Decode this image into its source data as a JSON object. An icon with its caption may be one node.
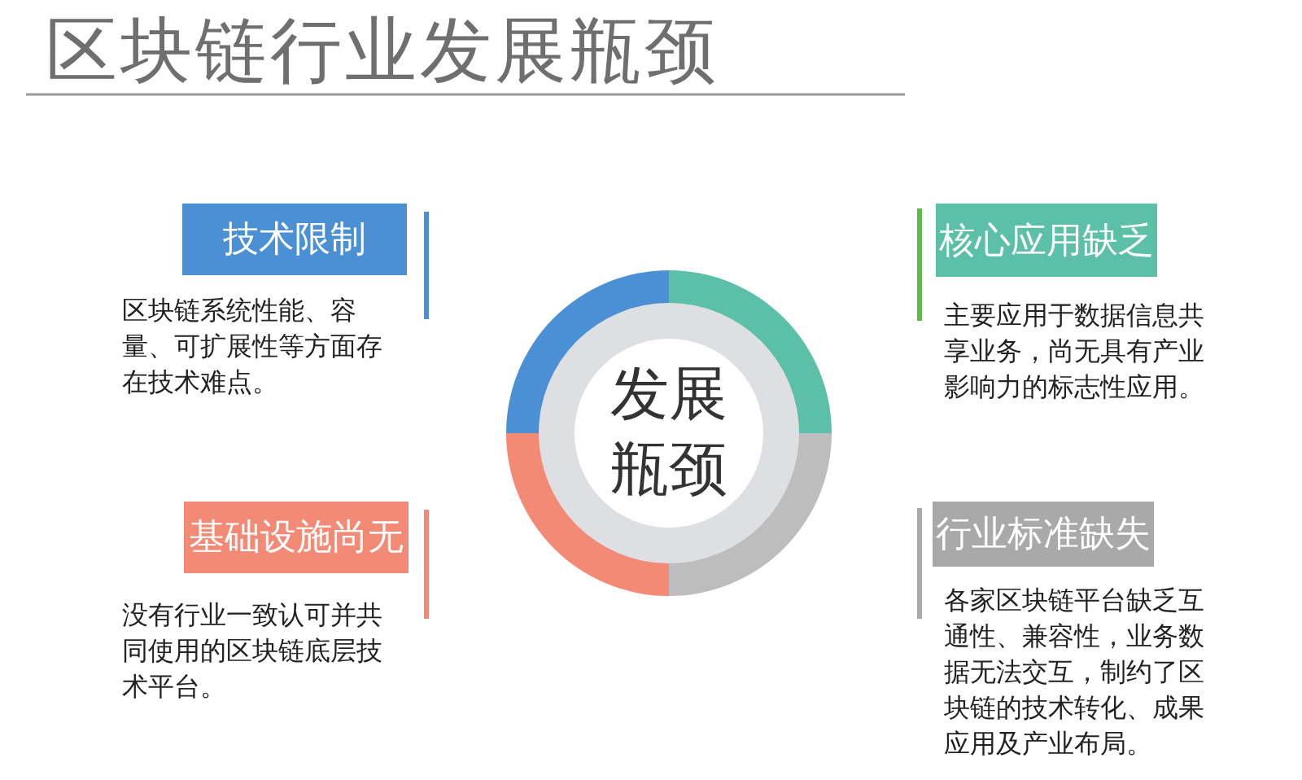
{
  "diagram": {
    "title": "区块链行业发展瓶颈",
    "nodes": [
      {
        "text": [
          "发展瓶颈"
        ]
      },
      {
        "text": [
          "技术限制"
        ],
        "beside": [
          "区块链系统性能、容量、可扩展性等方面存在技术难点。"
        ]
      },
      {
        "text": [
          "核心应用缺乏"
        ],
        "beside": [
          "主要应用于数据信息共享业务，尚无具有产业影响力的标志性应用。"
        ]
      },
      {
        "text": [
          "基础设施尚无"
        ],
        "beside": [
          "没有行业一致认可并共同使用的区块链底层技术平台。"
        ]
      },
      {
        "text": [
          "行业标准缺失"
        ],
        "beside": [
          "各家区块链平台缺乏互通性、兼容性，业务数据无法交互，制约了区块链的技术转化、成果应用及产业布局。"
        ]
      }
    ]
  }
}
